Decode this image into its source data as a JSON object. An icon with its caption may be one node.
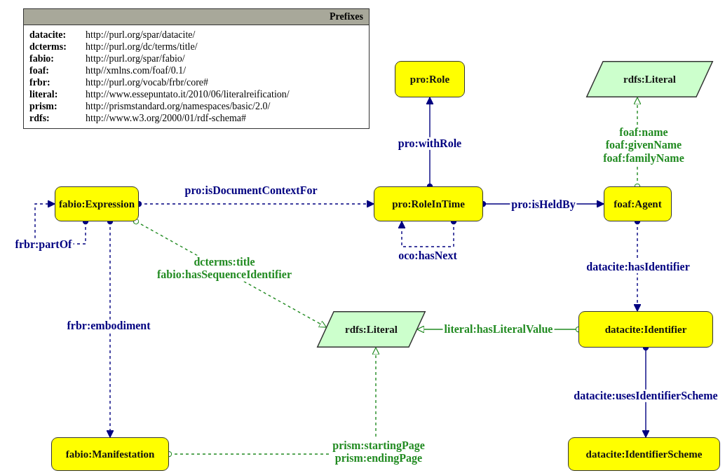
{
  "diagram": {
    "nodes": [
      {
        "text": [
          "fabio:Expression"
        ]
      },
      {
        "text": [
          "pro:RoleInTime"
        ]
      },
      {
        "text": [
          "pro:Role"
        ]
      },
      {
        "text": [
          "foaf:Agent"
        ]
      },
      {
        "text": [
          "rdfs:Literal"
        ]
      },
      {
        "text": [
          "rdfs:Literal"
        ]
      },
      {
        "text": [
          "datacite:Identifier"
        ]
      },
      {
        "text": [
          "fabio:Manifestation"
        ]
      },
      {
        "text": [
          "datacite:IdentifierScheme"
        ]
      }
    ],
    "edges": [
      {
        "from": 0,
        "to": 0,
        "arrow": "to",
        "label": "frbr:partOf",
        "style": "dashed"
      },
      {
        "from": 0,
        "to": 1,
        "arrow": "to",
        "label": "pro:isDocumentContextFor",
        "style": "dashed"
      },
      {
        "from": 1,
        "to": 2,
        "arrow": "to",
        "label": "pro:withRole"
      },
      {
        "from": 1,
        "to": 3,
        "arrow": "to",
        "label": "pro:isHeldBy"
      },
      {
        "from": 1,
        "to": 1,
        "arrow": "to",
        "label": "oco:hasNext",
        "style": "dashed"
      },
      {
        "from": 3,
        "to": 4,
        "arrow": "to",
        "label": "foaf:name foaf:givenName foaf:familyName",
        "style": "dashed",
        "color": "#228b22"
      },
      {
        "from": 3,
        "to": 6,
        "arrow": "to",
        "label": "datacite:hasIdentifier",
        "style": "dashed"
      },
      {
        "from": 0,
        "to": 5,
        "arrow": "to",
        "label": "dcterms:title fabio:hasSequenceIdentifier",
        "style": "dashed",
        "color": "#228b22"
      },
      {
        "from": 6,
        "to": 5,
        "arrow": "to",
        "label": "literal:hasLiteralValue",
        "color": "#228b22"
      },
      {
        "from": 0,
        "to": 7,
        "arrow": "to",
        "label": "frbr:embodiment",
        "style": "dashed"
      },
      {
        "from": 7,
        "to": 5,
        "arrow": "to",
        "label": "prism:startingPage prism:endingPage",
        "style": "dashed",
        "color": "#228b22"
      },
      {
        "from": 6,
        "to": 8,
        "arrow": "to",
        "label": "datacite:usesIdentifierScheme"
      }
    ],
    "labels": [
      "Prefixes",
      "datacite:",
      "http://purl.org/spar/datacite/",
      "dcterms:",
      "http://purl.org/dc/terms/title/",
      "fabio:",
      "http://purl.org/spar/fabio/",
      "foaf:",
      "http//xmlns.com/foaf/0.1/",
      "frbr:",
      "http://purl.org/vocab/frbr/core#",
      "literal:",
      "http://www.essepuntato.it/2010/06/literalreification/",
      "prism:",
      "http://prismstandard.org/namespaces/basic/2.0/",
      "rdfs:",
      "http://www.w3.org/2000/01/rdf-schema#"
    ]
  }
}
